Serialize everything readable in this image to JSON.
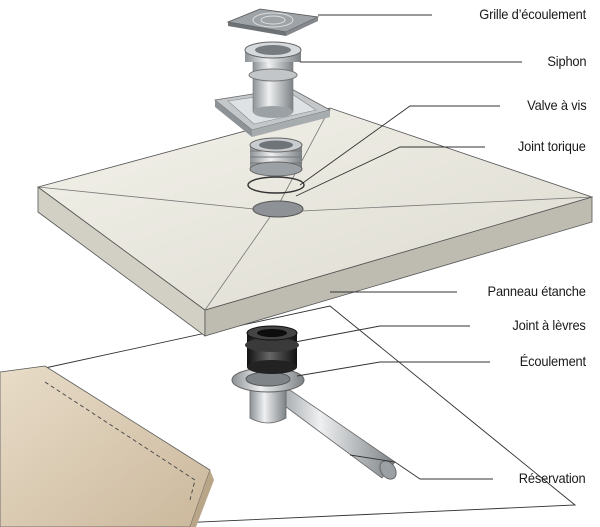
{
  "labels": {
    "grille": "Grille d’écoulement",
    "siphon": "Siphon",
    "valve": "Valve à vis",
    "joint_torique": "Joint torique",
    "panneau": "Panneau étanche",
    "joint_levres": "Joint à lèvres",
    "ecoulement": "Écoulement",
    "reservation": "Réservation"
  },
  "colors": {
    "panel": "#e8e6dc",
    "panel_side": "#cfcdc2",
    "metal": "#b8bcbf",
    "rubber": "#2a2a2a",
    "slab": "#d9cbb5",
    "line": "#333333"
  }
}
